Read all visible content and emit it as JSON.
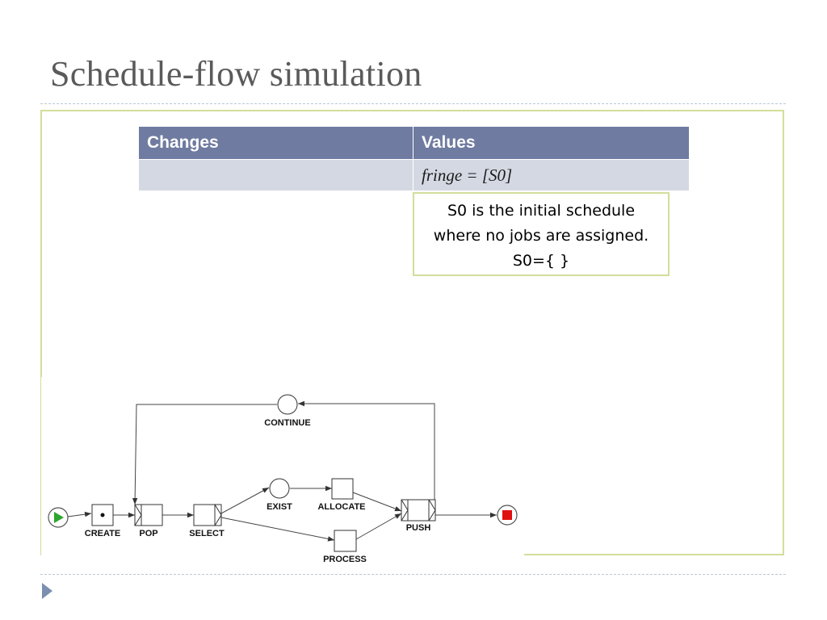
{
  "slide": {
    "title": "Schedule-flow simulation"
  },
  "table": {
    "headers": [
      "Changes",
      "Values"
    ],
    "rows": [
      {
        "changes": "",
        "values": "fringe = [S0]"
      }
    ]
  },
  "callout": {
    "lines": [
      "S0 is the initial schedule",
      "where no jobs are assigned.",
      "S0={ }"
    ]
  },
  "diagram": {
    "nodes": {
      "create": "CREATE",
      "pop": "POP",
      "select": "SELECT",
      "exist": "EXIST",
      "allocate": "ALLOCATE",
      "process": "PROCESS",
      "push": "PUSH",
      "continue": "CONTINUE"
    },
    "colors": {
      "start": "#2ea52e",
      "end": "#e01010",
      "accent": "#d2de9a",
      "header": "#6f7ba0"
    }
  }
}
